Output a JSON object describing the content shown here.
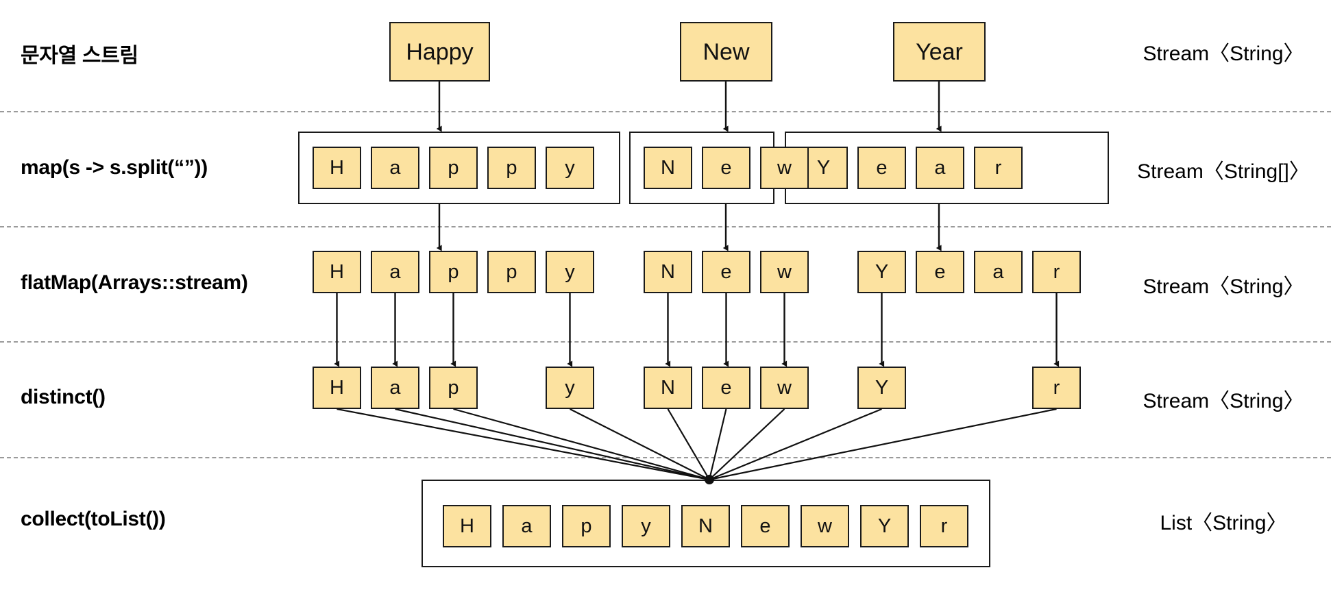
{
  "diagram": {
    "title": "Java Stream pipeline: Happy New Year",
    "box_fill": "#FCE2A0",
    "box_stroke": "#1a1a1a",
    "divider_color": "#9a9a9a"
  },
  "rows": [
    {
      "label": "문자열 스트림",
      "type": "Stream〈String〉",
      "stage": "source"
    },
    {
      "label": "map(s -> s.split(“”))",
      "type": "Stream〈String[]〉",
      "stage": "map"
    },
    {
      "label": "flatMap(Arrays::stream)",
      "type": "Stream〈String〉",
      "stage": "flatmap"
    },
    {
      "label": "distinct()",
      "type": "Stream〈String〉",
      "stage": "distinct"
    },
    {
      "label": "collect(toList())",
      "type": "List〈String〉",
      "stage": "collect"
    }
  ],
  "source_row": {
    "words": [
      "Happy",
      "New",
      "Year"
    ]
  },
  "map_row": {
    "groups": [
      {
        "word": "Happy",
        "chars": [
          "H",
          "a",
          "p",
          "p",
          "y"
        ]
      },
      {
        "word": "New",
        "chars": [
          "N",
          "e",
          "w"
        ]
      },
      {
        "word": "Year",
        "chars": [
          "Y",
          "e",
          "a",
          "r"
        ]
      }
    ]
  },
  "flatmap_row": {
    "chars": [
      "H",
      "a",
      "p",
      "p",
      "y",
      "N",
      "e",
      "w",
      "Y",
      "e",
      "a",
      "r"
    ]
  },
  "distinct_row": {
    "chars": [
      "H",
      "a",
      "p",
      "y",
      "N",
      "e",
      "w",
      "Y",
      "r"
    ]
  },
  "collect_row": {
    "chars": [
      "H",
      "a",
      "p",
      "y",
      "N",
      "e",
      "w",
      "Y",
      "r"
    ]
  }
}
